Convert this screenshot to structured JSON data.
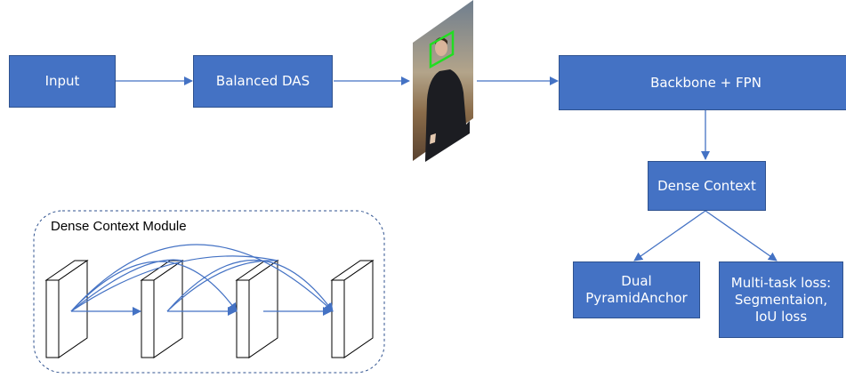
{
  "nodes": {
    "input": "Input",
    "balanced_das": "Balanced DAS",
    "backbone": "Backbone + FPN",
    "dense_context": "Dense Context",
    "dual_pyramid": "Dual\nPyramidAnchor",
    "multitask_loss": "Multi-task loss:\nSegmentaion,\nIoU loss"
  },
  "module": {
    "title": "Dense Context Module"
  },
  "colors": {
    "box_fill": "#4472C4",
    "box_border": "#2F528F",
    "arrow": "#4472C4",
    "face_box": "#22DD22"
  }
}
